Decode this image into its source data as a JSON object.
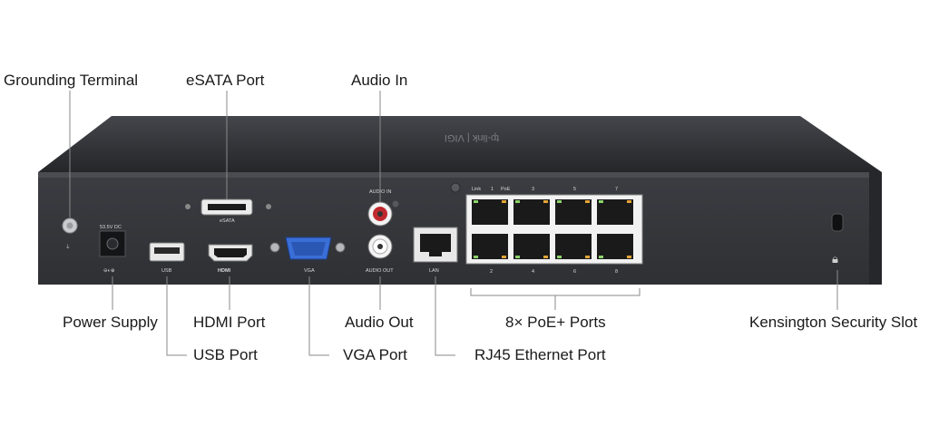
{
  "callouts": {
    "grounding_terminal": "Grounding Terminal",
    "esata_port": "eSATA Port",
    "audio_in": "Audio In",
    "power_supply": "Power Supply",
    "hdmi_port": "HDMI Port",
    "audio_out": "Audio Out",
    "poe_ports": "8× PoE+ Ports",
    "kensington_slot": "Kensington Security Slot",
    "usb_port": "USB Port",
    "vga_port": "VGA Port",
    "rj45_port": "RJ45 Ethernet Port"
  },
  "panel_labels": {
    "power_rating": "53.5V DC",
    "esata": "eSATA",
    "usb": "USB",
    "hdmi": "HDMI",
    "vga": "VGA",
    "audio_in": "AUDIO IN",
    "audio_out": "AUDIO OUT",
    "lan": "LAN",
    "link": "Link",
    "poe": "PoE",
    "port_numbers_top": [
      "1",
      "3",
      "5",
      "7"
    ],
    "port_numbers_bottom": [
      "2",
      "4",
      "6",
      "8"
    ]
  },
  "brand": "tp-link | VIGI",
  "colors": {
    "body": "#2b2d31",
    "panel": "#3a3c40",
    "accent_red": "#c0282d"
  }
}
